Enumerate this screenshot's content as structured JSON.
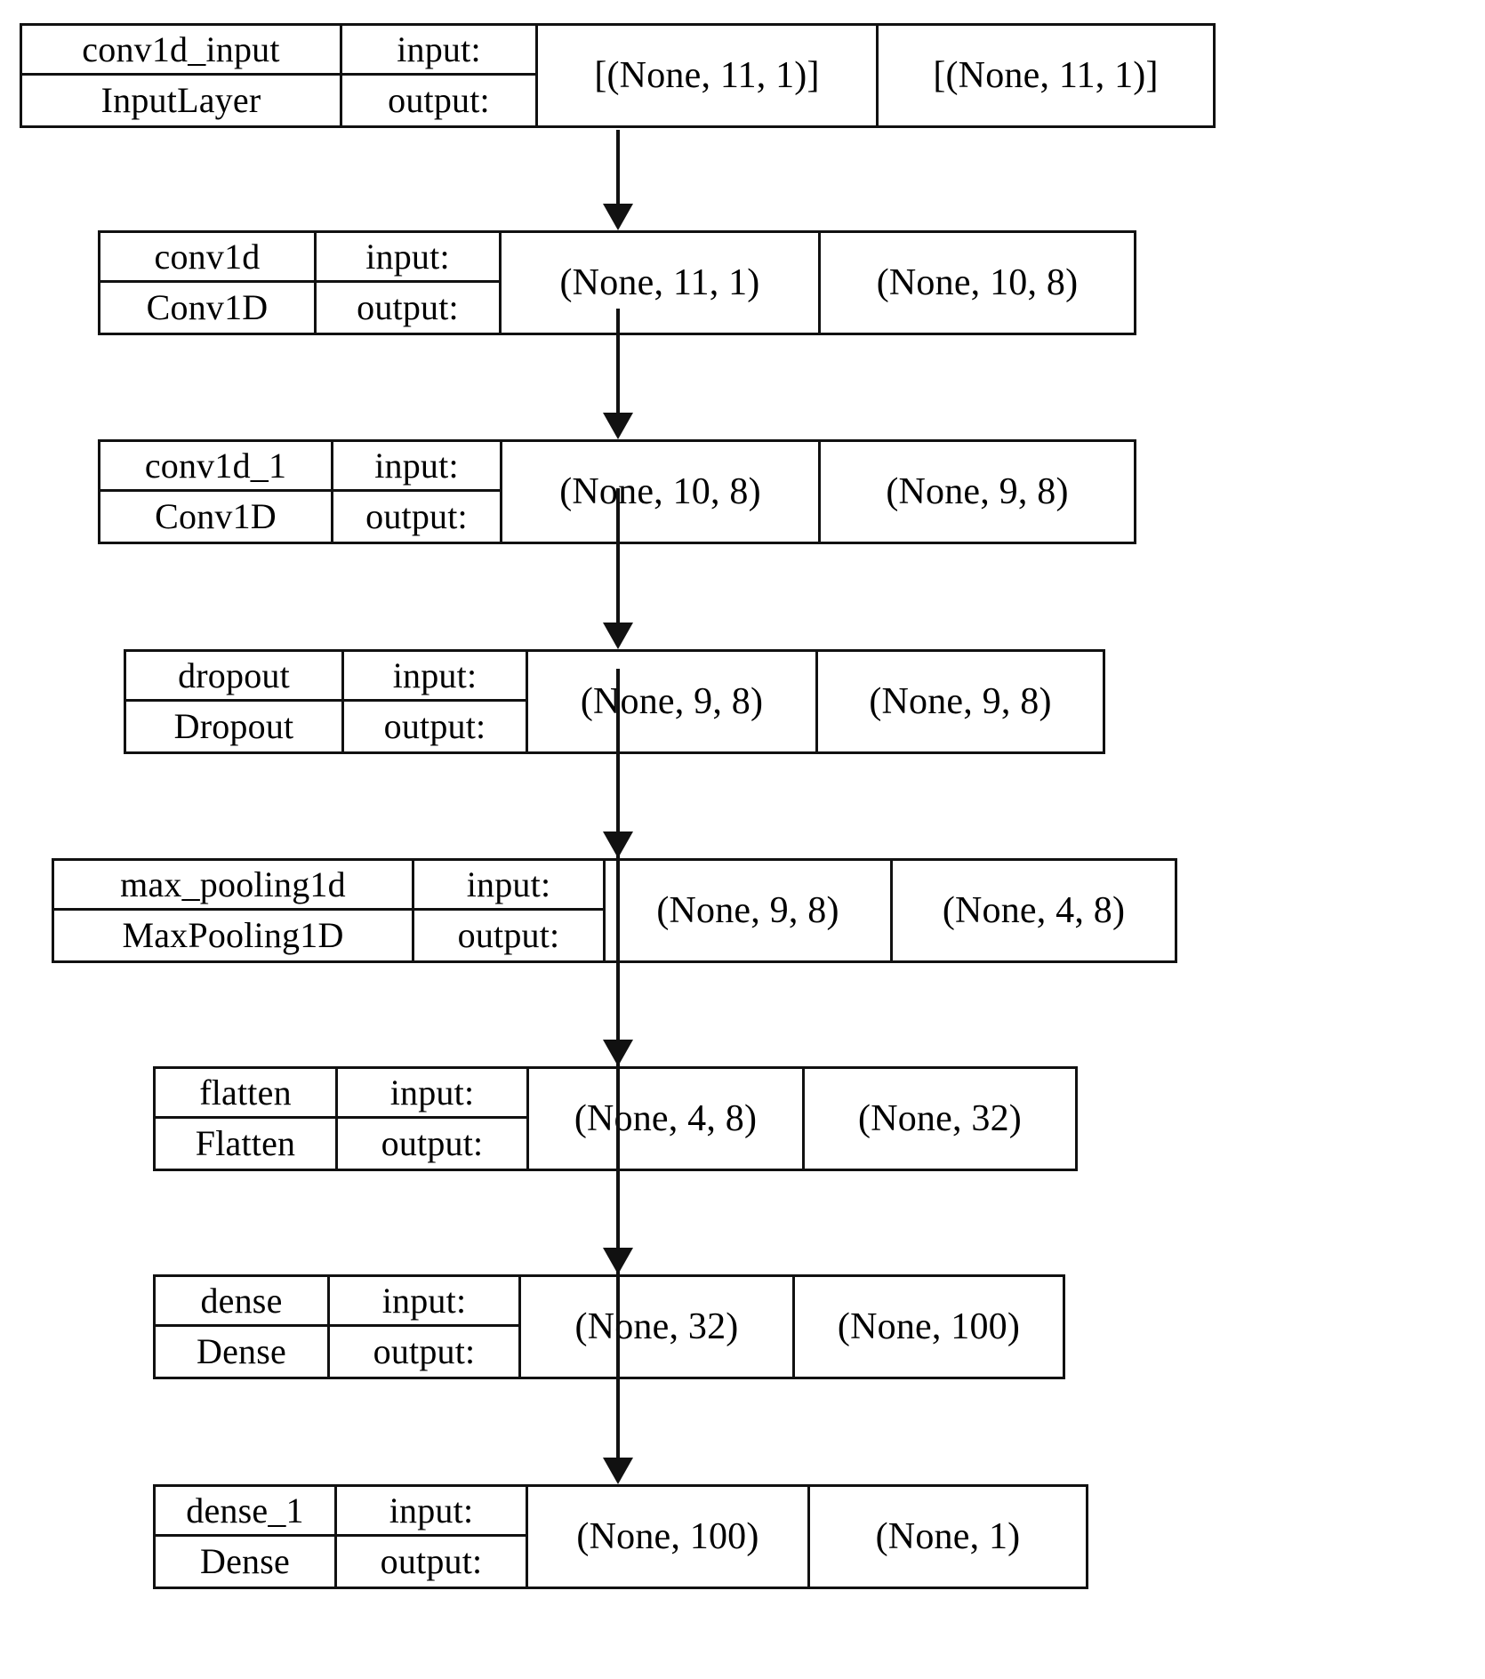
{
  "diagram": {
    "title": "Keras sequential model architecture",
    "kind": "keras-plot-model",
    "line_color": "#111111",
    "background_color": "#ffffff",
    "io_labels": {
      "input": "input:",
      "output": "output:"
    },
    "layers": [
      {
        "id": "conv1d_input",
        "name": "conv1d_input",
        "type": "InputLayer",
        "input_label": "input:",
        "output_label": "output:",
        "input_shape": "[(None, 11, 1)]",
        "output_shape": "[(None, 11, 1)]"
      },
      {
        "id": "conv1d",
        "name": "conv1d",
        "type": "Conv1D",
        "input_label": "input:",
        "output_label": "output:",
        "input_shape": "(None, 11, 1)",
        "output_shape": "(None, 10, 8)"
      },
      {
        "id": "conv1d_1",
        "name": "conv1d_1",
        "type": "Conv1D",
        "input_label": "input:",
        "output_label": "output:",
        "input_shape": "(None, 10, 8)",
        "output_shape": "(None, 9, 8)"
      },
      {
        "id": "dropout",
        "name": "dropout",
        "type": "Dropout",
        "input_label": "input:",
        "output_label": "output:",
        "input_shape": "(None, 9, 8)",
        "output_shape": "(None, 9, 8)"
      },
      {
        "id": "max_pooling1d",
        "name": "max_pooling1d",
        "type": "MaxPooling1D",
        "input_label": "input:",
        "output_label": "output:",
        "input_shape": "(None, 9, 8)",
        "output_shape": "(None, 4, 8)"
      },
      {
        "id": "flatten",
        "name": "flatten",
        "type": "Flatten",
        "input_label": "input:",
        "output_label": "output:",
        "input_shape": "(None, 4, 8)",
        "output_shape": "(None, 32)"
      },
      {
        "id": "dense",
        "name": "dense",
        "type": "Dense",
        "input_label": "input:",
        "output_label": "output:",
        "input_shape": "(None, 32)",
        "output_shape": "(None, 100)"
      },
      {
        "id": "dense_1",
        "name": "dense_1",
        "type": "Dense",
        "input_label": "input:",
        "output_label": "output:",
        "input_shape": "(None, 100)",
        "output_shape": "(None, 1)"
      }
    ],
    "edges": [
      {
        "from": "conv1d_input",
        "to": "conv1d"
      },
      {
        "from": "conv1d",
        "to": "conv1d_1"
      },
      {
        "from": "conv1d_1",
        "to": "dropout"
      },
      {
        "from": "dropout",
        "to": "max_pooling1d"
      },
      {
        "from": "max_pooling1d",
        "to": "flatten"
      },
      {
        "from": "flatten",
        "to": "dense"
      },
      {
        "from": "dense",
        "to": "dense_1"
      }
    ]
  }
}
